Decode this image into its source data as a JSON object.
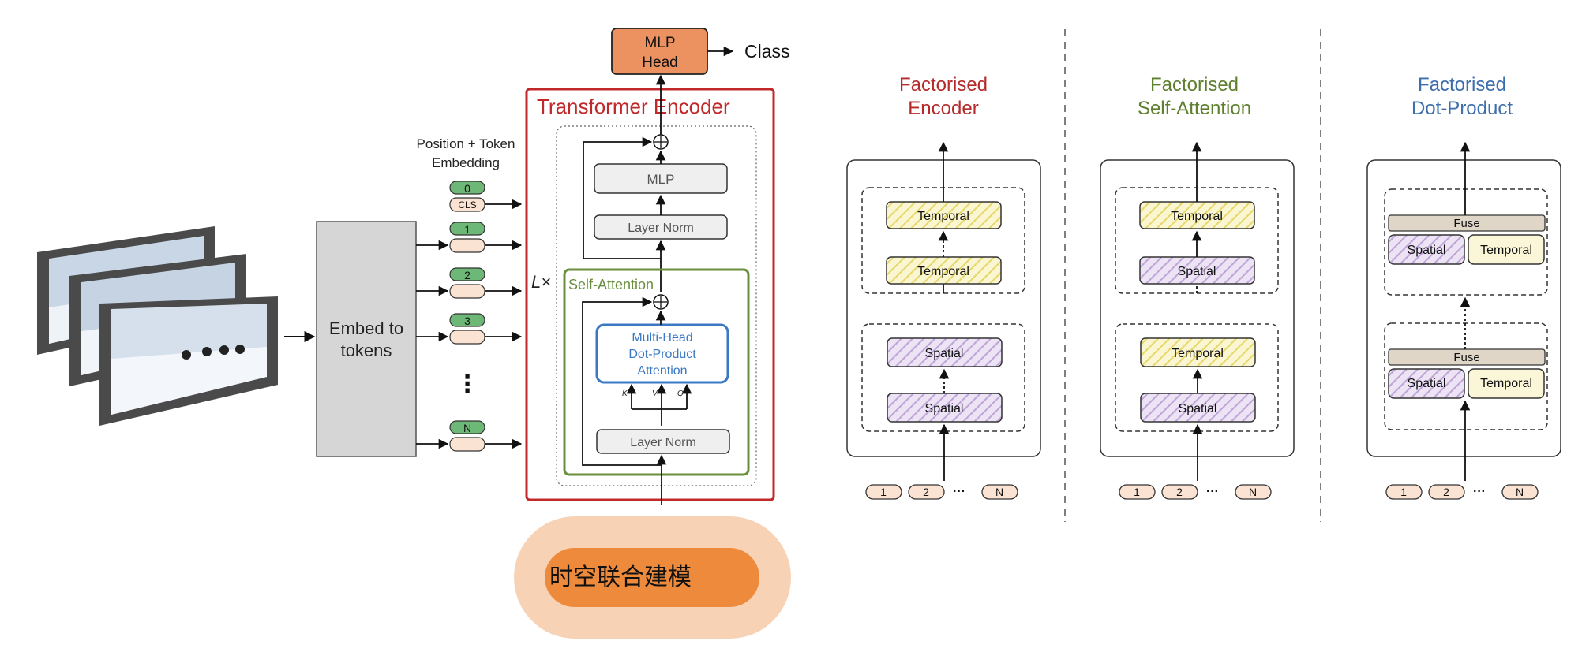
{
  "vivit": {
    "embed_label": [
      "Embed to",
      "tokens"
    ],
    "position_embedding_label": [
      "Position + Token",
      "Embedding"
    ],
    "cls_label": "CLS",
    "position_indices": [
      "0",
      "1",
      "2",
      "3",
      "N"
    ],
    "ellipsis": "⋮",
    "lx_label": "L×",
    "encoder_title": "Transformer  Encoder",
    "self_attention_title": "Self-Attention",
    "mlp_label": "MLP",
    "layer_norm_label": "Layer Norm",
    "attention_label": [
      "Multi-Head",
      "Dot-Product",
      "Attention"
    ],
    "kvq": [
      "K",
      "V",
      "Q"
    ],
    "mlp_head_label": [
      "MLP",
      "Head"
    ],
    "class_label": "Class",
    "bottom_button": "时空联合建模"
  },
  "panels": [
    {
      "title": [
        "Factorised",
        "Encoder"
      ],
      "title_color": "#b52a2a",
      "upper_blocks": [
        "Temporal",
        "Temporal"
      ],
      "lower_blocks": [
        "Spatial",
        "Spatial"
      ],
      "tokens": [
        "1",
        "2",
        "···",
        "N"
      ]
    },
    {
      "title": [
        "Factorised",
        "Self-Attention"
      ],
      "title_color": "#5e7f2e",
      "upper_blocks": [
        "Temporal",
        "Spatial"
      ],
      "lower_blocks": [
        "Temporal",
        "Spatial"
      ],
      "tokens": [
        "1",
        "2",
        "···",
        "N"
      ]
    },
    {
      "title": [
        "Factorised",
        "Dot-Product"
      ],
      "title_color": "#3e6fad",
      "fuse_label": "Fuse",
      "pair_labels": [
        "Spatial",
        "Temporal"
      ],
      "tokens": [
        "1",
        "2",
        "···",
        "N"
      ]
    }
  ],
  "colors": {
    "encoder_red": "#c0282a",
    "attention_green": "#6a8f3c",
    "attention_blue": "#3a78c4",
    "mlp_head_orange": "#ec9160",
    "token_pink": "#fbe3d3",
    "index_green": "#6db877",
    "temporal_yellow": "#f4ec9c",
    "spatial_purple": "#d4c1e6",
    "fuse_tan": "#e0d6c8",
    "button_outer": "#f8d2b5",
    "button_inner": "#ee8a3b"
  }
}
